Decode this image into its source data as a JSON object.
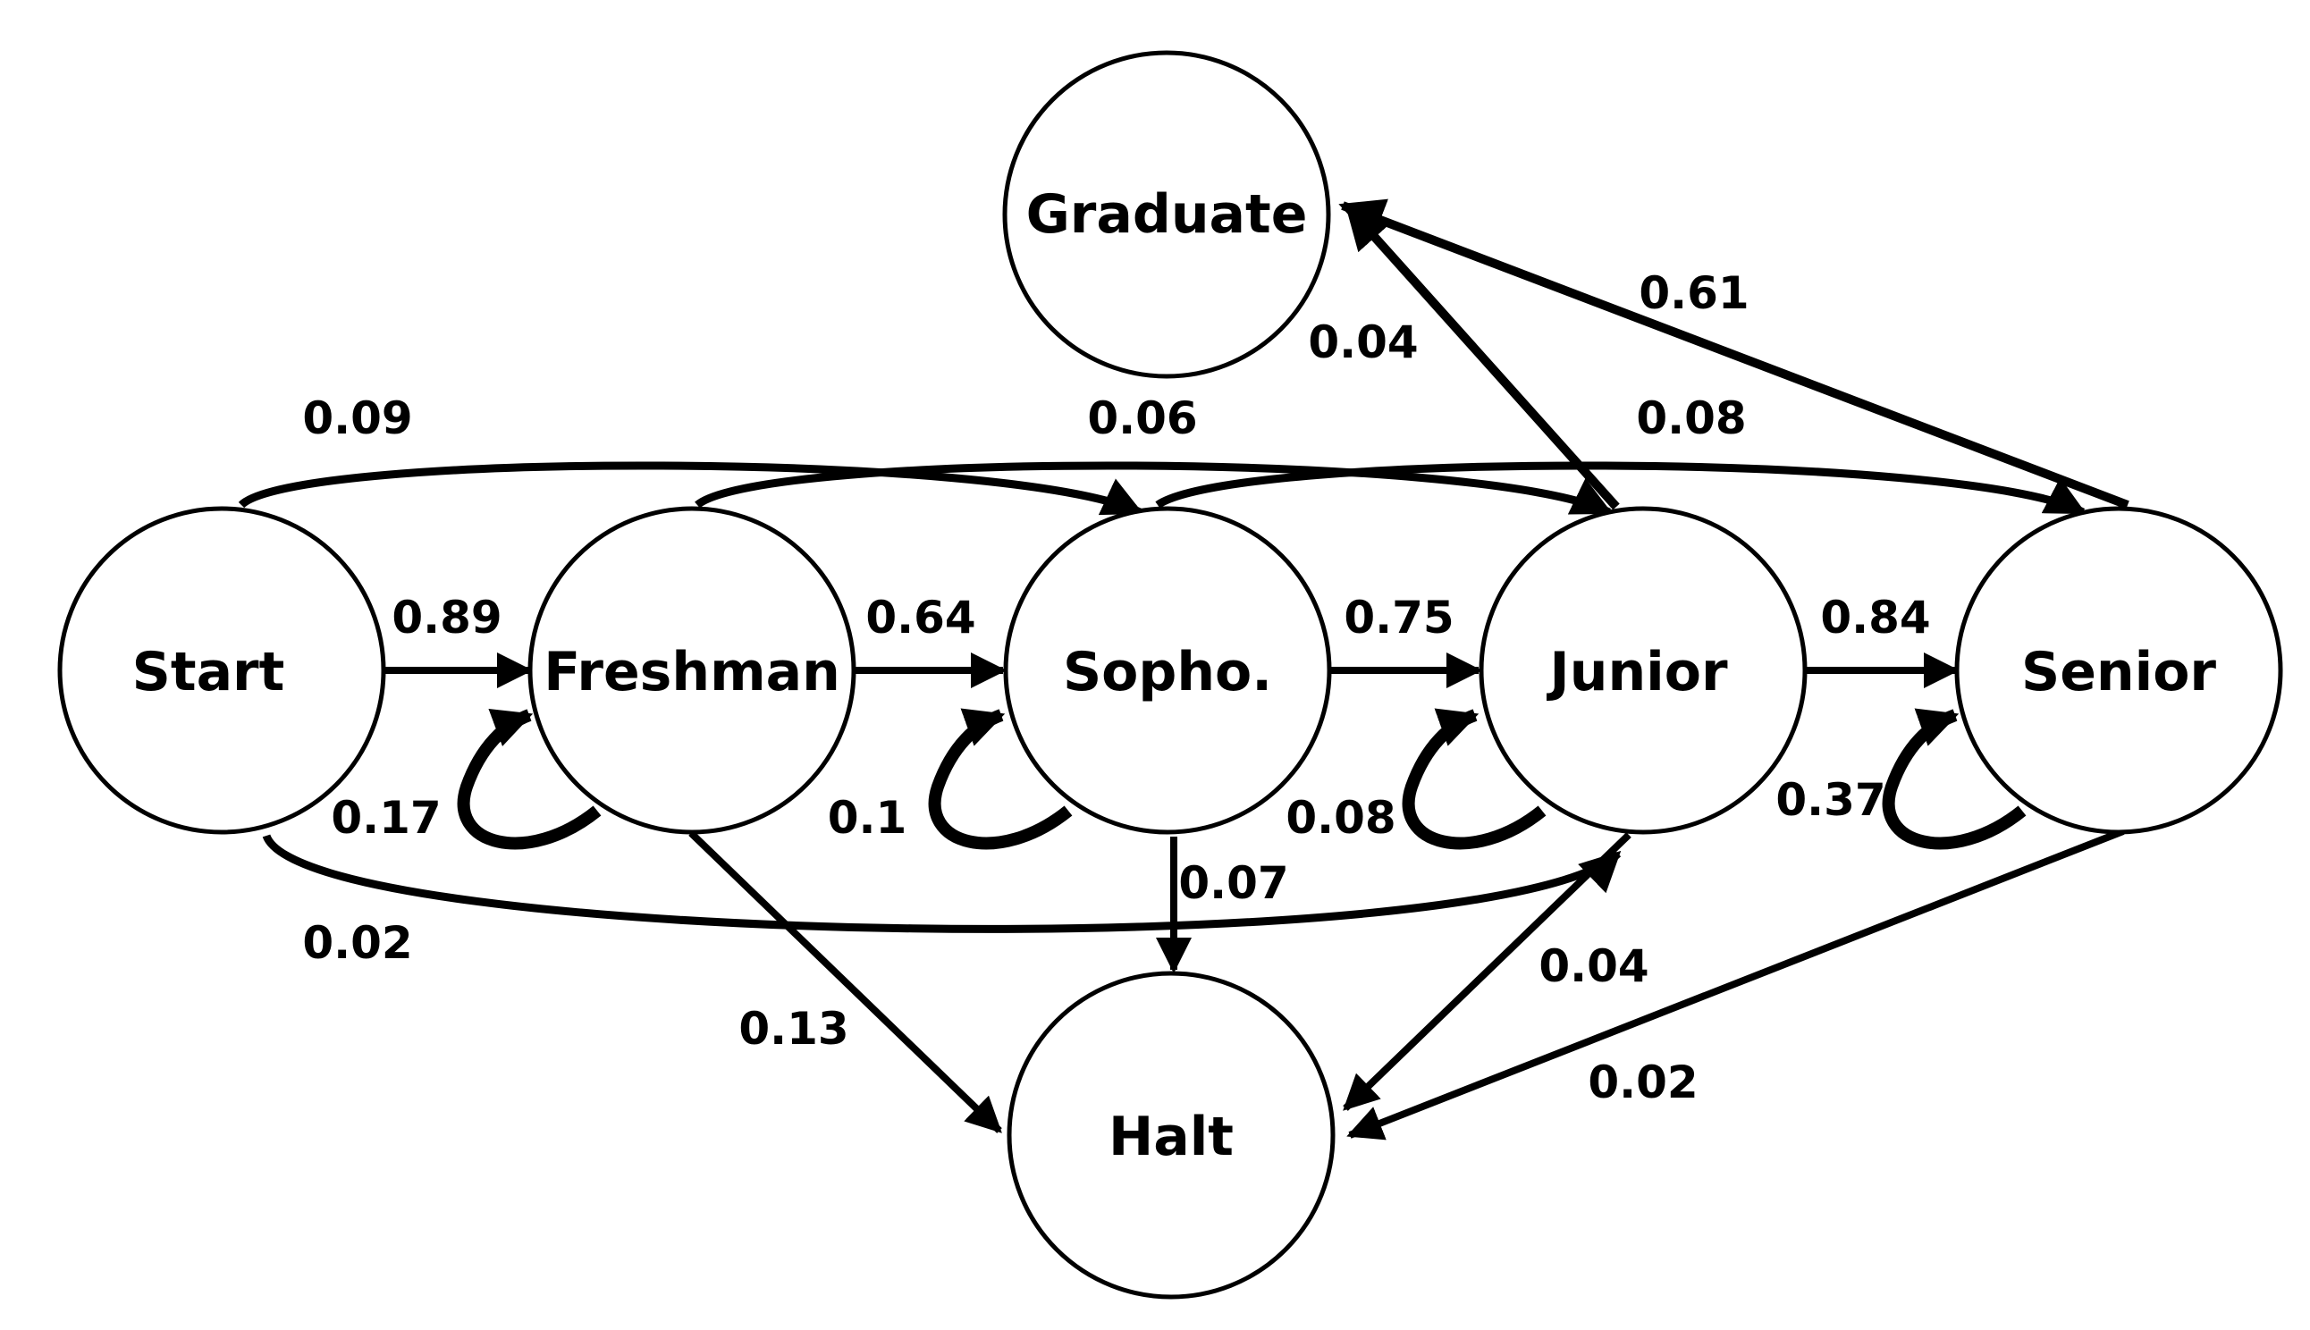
{
  "diagram": {
    "nodes": {
      "start": "Start",
      "freshman": "Freshman",
      "sopho": "Sopho.",
      "junior": "Junior",
      "senior": "Senior",
      "graduate": "Graduate",
      "halt": "Halt"
    },
    "edges": {
      "start_freshman": "0.89",
      "freshman_sopho": "0.64",
      "sopho_junior": "0.75",
      "junior_senior": "0.84",
      "freshman_self": "0.17",
      "sopho_self": "0.1",
      "junior_self": "0.08",
      "senior_self": "0.37",
      "start_sopho": "0.09",
      "freshman_junior": "0.06",
      "sopho_senior": "0.08",
      "start_junior": "0.02",
      "junior_graduate": "0.04",
      "senior_graduate": "0.61",
      "freshman_halt": "0.13",
      "sopho_halt": "0.07",
      "junior_halt": "0.04",
      "senior_halt": "0.02"
    },
    "colors": {
      "ink": "#000000",
      "background": "#ffffff"
    }
  }
}
